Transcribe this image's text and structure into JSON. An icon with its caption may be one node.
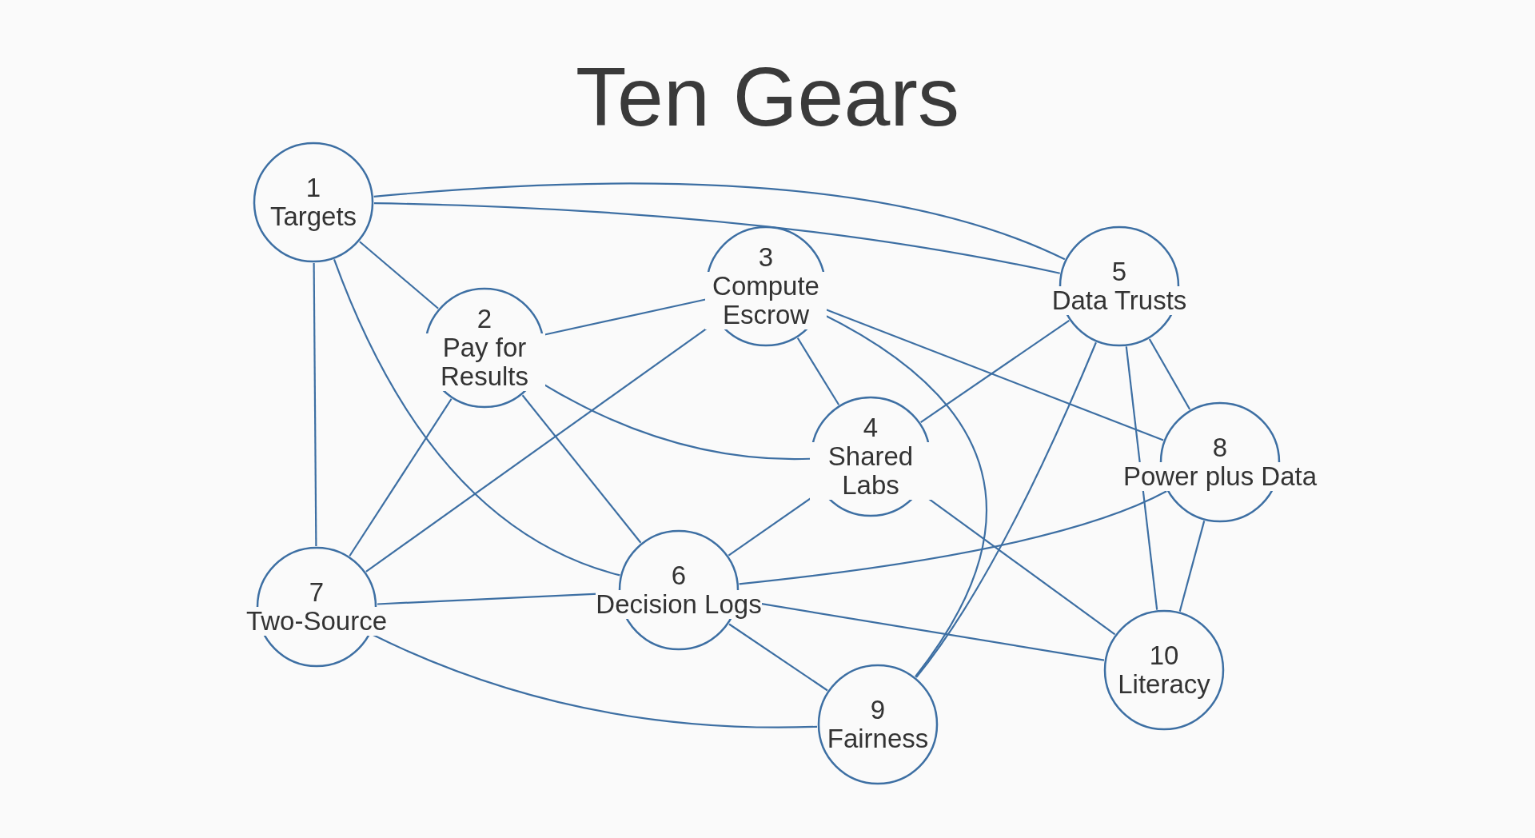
{
  "diagram": {
    "title": "Ten Gears",
    "nodes": [
      {
        "text": [
          "1",
          "Targets"
        ]
      },
      {
        "text": [
          "2",
          "Pay for Results"
        ]
      },
      {
        "text": [
          "3",
          "Compute Escrow"
        ]
      },
      {
        "text": [
          "4",
          "Shared Labs"
        ]
      },
      {
        "text": [
          "5",
          "Data Trusts"
        ]
      },
      {
        "text": [
          "6",
          "Decision Logs"
        ]
      },
      {
        "text": [
          "7",
          "Two-Source"
        ]
      },
      {
        "text": [
          "8",
          "Power plus Data"
        ]
      },
      {
        "text": [
          "9",
          "Fairness"
        ]
      },
      {
        "text": [
          "10",
          "Literacy"
        ]
      }
    ],
    "edges": [
      {
        "from": 0,
        "to": 4,
        "arrow": "none"
      },
      {
        "from": 0,
        "to": 4,
        "arrow": "none"
      },
      {
        "from": 0,
        "to": 1,
        "arrow": "none"
      },
      {
        "from": 0,
        "to": 6,
        "arrow": "none"
      },
      {
        "from": 0,
        "to": 5,
        "arrow": "none"
      },
      {
        "from": 1,
        "to": 2,
        "arrow": "none"
      },
      {
        "from": 1,
        "to": 3,
        "arrow": "none"
      },
      {
        "from": 1,
        "to": 5,
        "arrow": "none"
      },
      {
        "from": 1,
        "to": 6,
        "arrow": "none"
      },
      {
        "from": 2,
        "to": 6,
        "arrow": "none"
      },
      {
        "from": 2,
        "to": 3,
        "arrow": "none"
      },
      {
        "from": 2,
        "to": 7,
        "arrow": "none"
      },
      {
        "from": 2,
        "to": 8,
        "arrow": "none"
      },
      {
        "from": 4,
        "to": 3,
        "arrow": "none"
      },
      {
        "from": 4,
        "to": 8,
        "arrow": "none"
      },
      {
        "from": 4,
        "to": 9,
        "arrow": "none"
      },
      {
        "from": 4,
        "to": 7,
        "arrow": "none"
      },
      {
        "from": 7,
        "to": 9,
        "arrow": "none"
      },
      {
        "from": 7,
        "to": 5,
        "arrow": "none"
      },
      {
        "from": 3,
        "to": 5,
        "arrow": "none"
      },
      {
        "from": 3,
        "to": 9,
        "arrow": "none"
      },
      {
        "from": 5,
        "to": 6,
        "arrow": "none"
      },
      {
        "from": 5,
        "to": 9,
        "arrow": "none"
      },
      {
        "from": 5,
        "to": 8,
        "arrow": "none"
      },
      {
        "from": 6,
        "to": 8,
        "arrow": "none"
      }
    ]
  }
}
